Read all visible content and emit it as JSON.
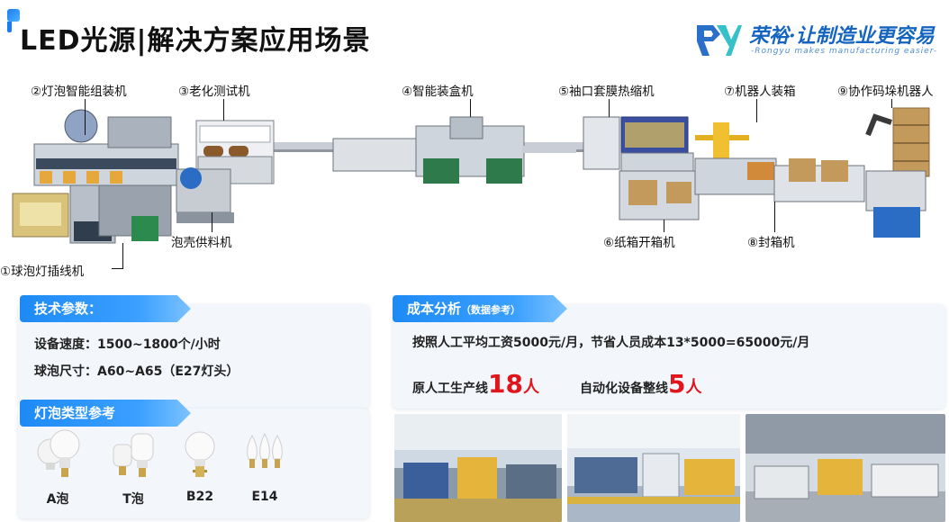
{
  "header": {
    "title": "LED光源|解决方案应用场景",
    "brand_slogan": "荣裕·让制造业更容易",
    "brand_tagline": "-Rongyu makes manufacturing easier-"
  },
  "stations": {
    "s1": "①球泡灯插线机",
    "s2": "②灯泡智能组装机",
    "s3": "③老化测试机",
    "s_shell": "泡壳供料机",
    "s4": "④智能装盒机",
    "s5": "⑤袖口套膜热缩机",
    "s6": "⑥纸箱开箱机",
    "s7": "⑦机器人装箱",
    "s8": "⑧封箱机",
    "s9": "⑨协作码垛机器人"
  },
  "tech_params": {
    "heading": "技术参数：",
    "speed": "设备速度：1500~1800个/小时",
    "size": "球泡尺寸：A60~A65（E27灯头）"
  },
  "bulb_types": {
    "heading": "灯泡类型参考",
    "items": [
      {
        "name": "A泡",
        "icon": "a-bulb-icon"
      },
      {
        "name": "T泡",
        "icon": "t-bulb-icon"
      },
      {
        "name": "B22",
        "icon": "b22-bulb-icon"
      },
      {
        "name": "E14",
        "icon": "e14-candle-bulb-icon"
      }
    ]
  },
  "cost": {
    "heading": "成本分析",
    "heading_sub": "（数据参考）",
    "line1": "按照人工平均工资5000元/月，节省人员成本13*5000=65000元/月",
    "manual_label": "原人工生产线",
    "manual_count": "18",
    "auto_label": "自动化设备整线",
    "auto_count": "5",
    "unit": "人"
  },
  "colors": {
    "accent": "#1d8af5",
    "highlight": "#e0161c",
    "panel_bg": "#f3f7fc"
  }
}
